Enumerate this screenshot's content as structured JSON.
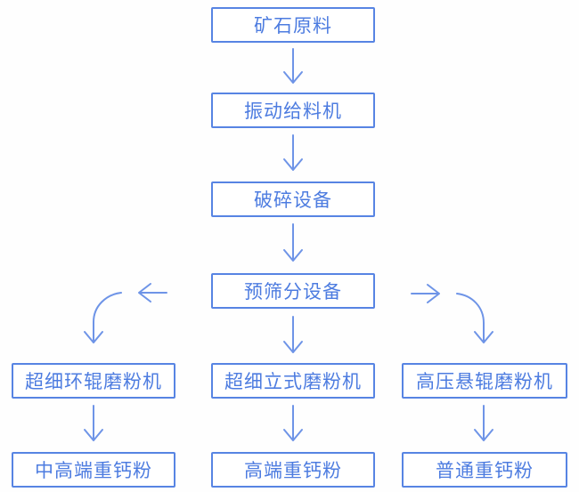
{
  "flowchart": {
    "title": "ore-grinding-process-flowchart",
    "nodes": [
      {
        "id": "ore",
        "label": "矿石原料"
      },
      {
        "id": "vibrating-feeder",
        "label": "振动给料机"
      },
      {
        "id": "crushing-equipment",
        "label": "破碎设备"
      },
      {
        "id": "pre-screening-equipment",
        "label": "预筛分设备"
      },
      {
        "id": "ultrafine-ring-roller-mill",
        "label": "超细环辊磨粉机"
      },
      {
        "id": "ultrafine-vertical-mill",
        "label": "超细立式磨粉机"
      },
      {
        "id": "high-pressure-suspension-roller-mill",
        "label": "高压悬辊磨粉机"
      },
      {
        "id": "mid-high-end-heavy-calcium-powder",
        "label": "中高端重钙粉"
      },
      {
        "id": "high-end-heavy-calcium-powder",
        "label": "高端重钙粉"
      },
      {
        "id": "ordinary-heavy-calcium-powder",
        "label": "普通重钙粉"
      }
    ],
    "edges": [
      {
        "from": "ore",
        "to": "vibrating-feeder"
      },
      {
        "from": "vibrating-feeder",
        "to": "crushing-equipment"
      },
      {
        "from": "crushing-equipment",
        "to": "pre-screening-equipment"
      },
      {
        "from": "pre-screening-equipment",
        "to": "ultrafine-ring-roller-mill"
      },
      {
        "from": "pre-screening-equipment",
        "to": "ultrafine-vertical-mill"
      },
      {
        "from": "pre-screening-equipment",
        "to": "high-pressure-suspension-roller-mill"
      },
      {
        "from": "ultrafine-ring-roller-mill",
        "to": "mid-high-end-heavy-calcium-powder"
      },
      {
        "from": "ultrafine-vertical-mill",
        "to": "high-end-heavy-calcium-powder"
      },
      {
        "from": "high-pressure-suspension-roller-mill",
        "to": "ordinary-heavy-calcium-powder"
      }
    ]
  },
  "colors": {
    "box_border": "#5784e3",
    "box_text": "#4d7ce0",
    "arrow": "#6e94e7",
    "background": "#fefefe",
    "box_background": "#ffffff"
  }
}
